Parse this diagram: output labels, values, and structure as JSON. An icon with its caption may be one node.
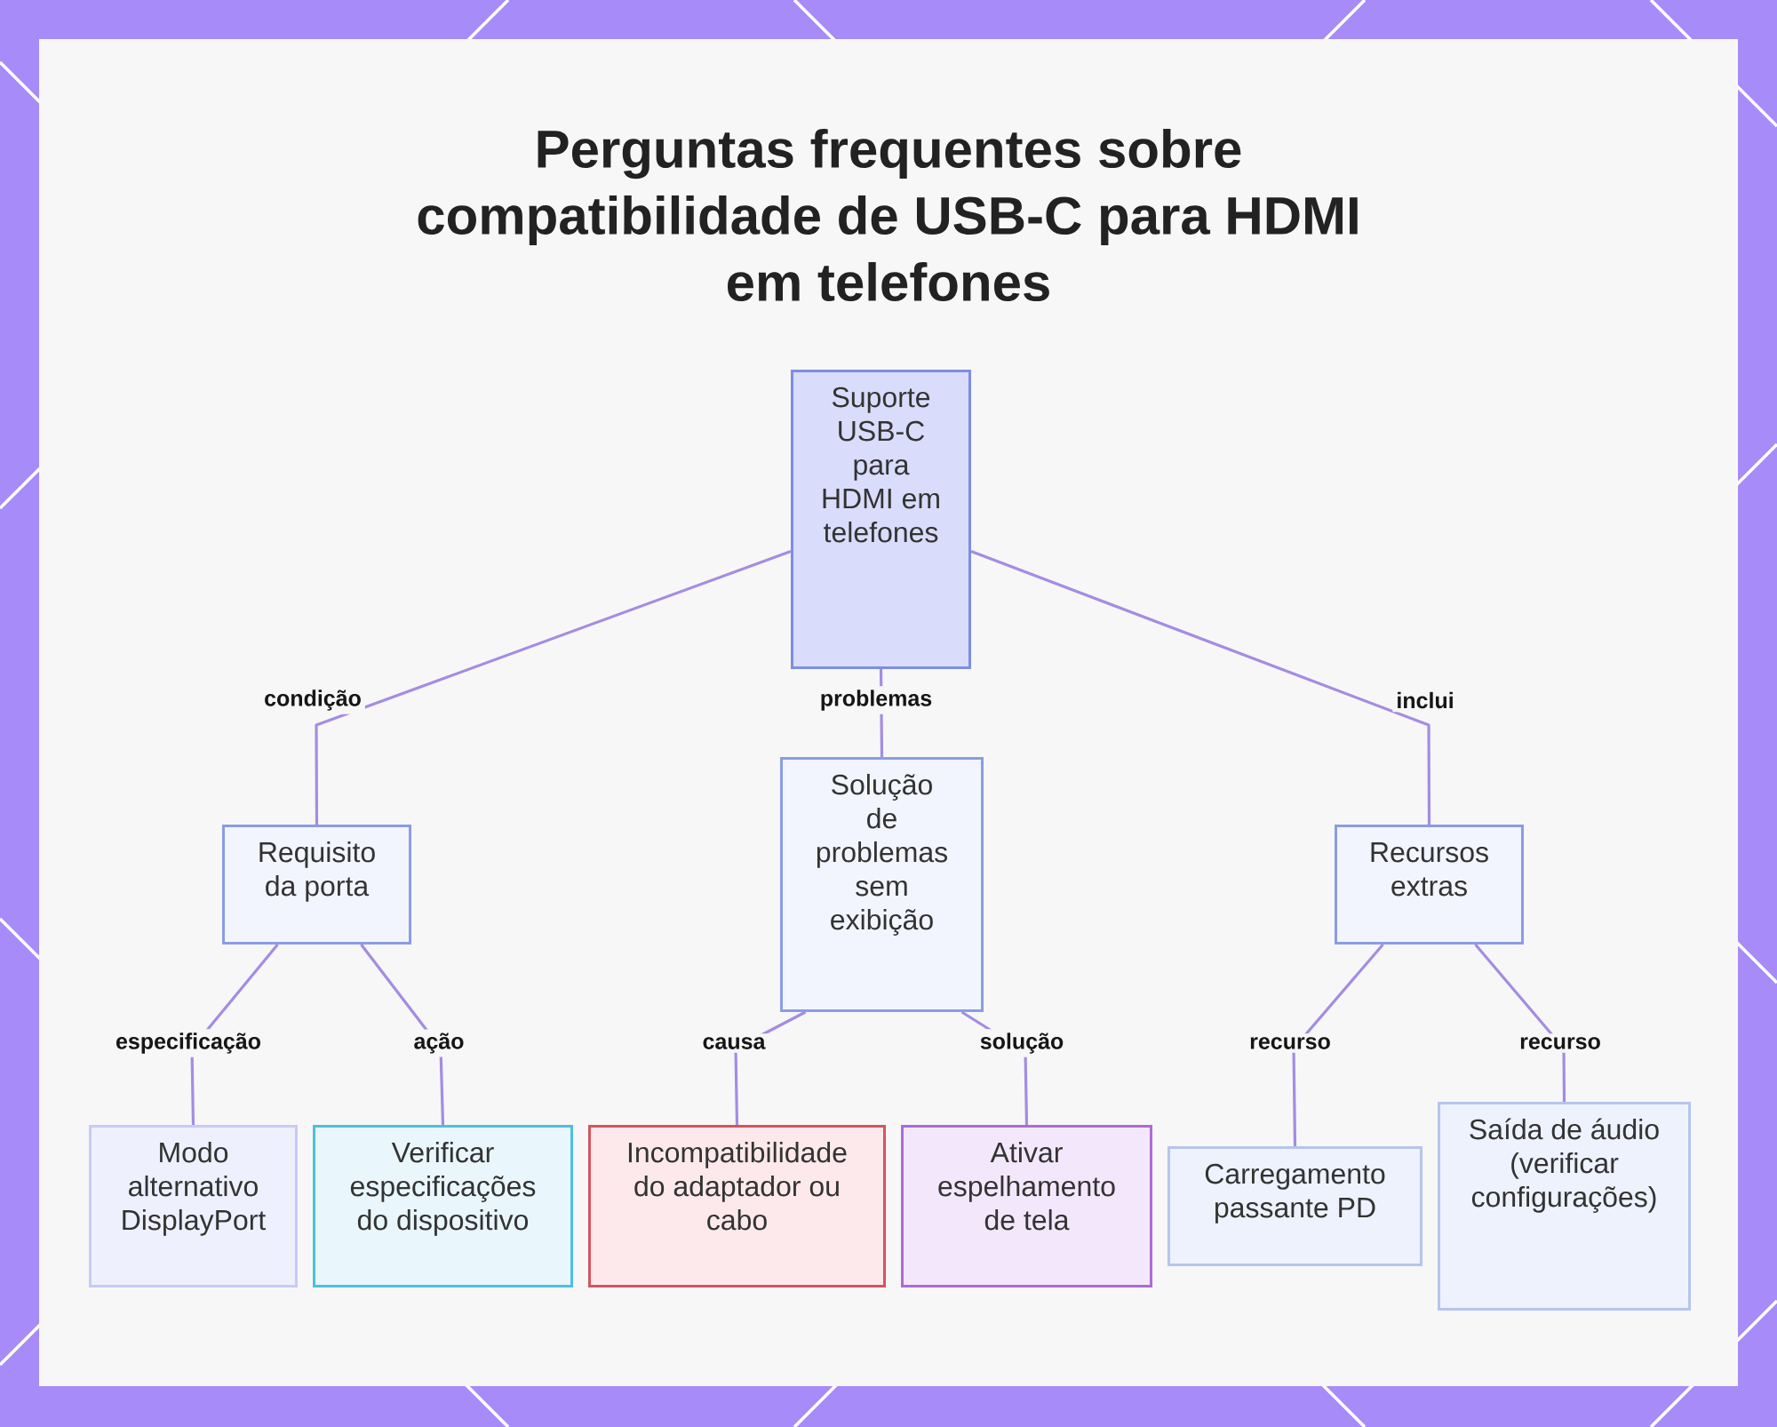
{
  "diagram": {
    "title": "Perguntas frequentes sobre compatibilidade de USB-C para HDMI em telefones",
    "nodes": [
      {
        "text": [
          "Suporte USB-C para HDMI em telefones"
        ]
      },
      {
        "text": [
          "Requisito da porta"
        ]
      },
      {
        "text": [
          "Solução de problemas sem exibição"
        ]
      },
      {
        "text": [
          "Recursos extras"
        ]
      },
      {
        "text": [
          "Modo alternativo DisplayPort"
        ]
      },
      {
        "text": [
          "Verificar especificações do dispositivo"
        ]
      },
      {
        "text": [
          "Incompatibilidade do adaptador ou cabo"
        ]
      },
      {
        "text": [
          "Ativar espelhamento de tela"
        ]
      },
      {
        "text": [
          "Carregamento passante PD"
        ]
      },
      {
        "text": [
          "Saída de áudio (verificar configurações)"
        ]
      }
    ],
    "edges": [
      {
        "from": 0,
        "to": 1,
        "arrow": "none",
        "label": "condição"
      },
      {
        "from": 0,
        "to": 2,
        "arrow": "none",
        "label": "problemas"
      },
      {
        "from": 0,
        "to": 3,
        "arrow": "none",
        "label": "inclui"
      },
      {
        "from": 1,
        "to": 4,
        "arrow": "none",
        "label": "especificação"
      },
      {
        "from": 1,
        "to": 5,
        "arrow": "none",
        "label": "ação"
      },
      {
        "from": 2,
        "to": 6,
        "arrow": "none",
        "label": "causa"
      },
      {
        "from": 2,
        "to": 7,
        "arrow": "none",
        "label": "solução"
      },
      {
        "from": 3,
        "to": 8,
        "arrow": "none",
        "label": "recurso"
      },
      {
        "from": 3,
        "to": 9,
        "arrow": "none",
        "label": "recurso"
      }
    ]
  }
}
